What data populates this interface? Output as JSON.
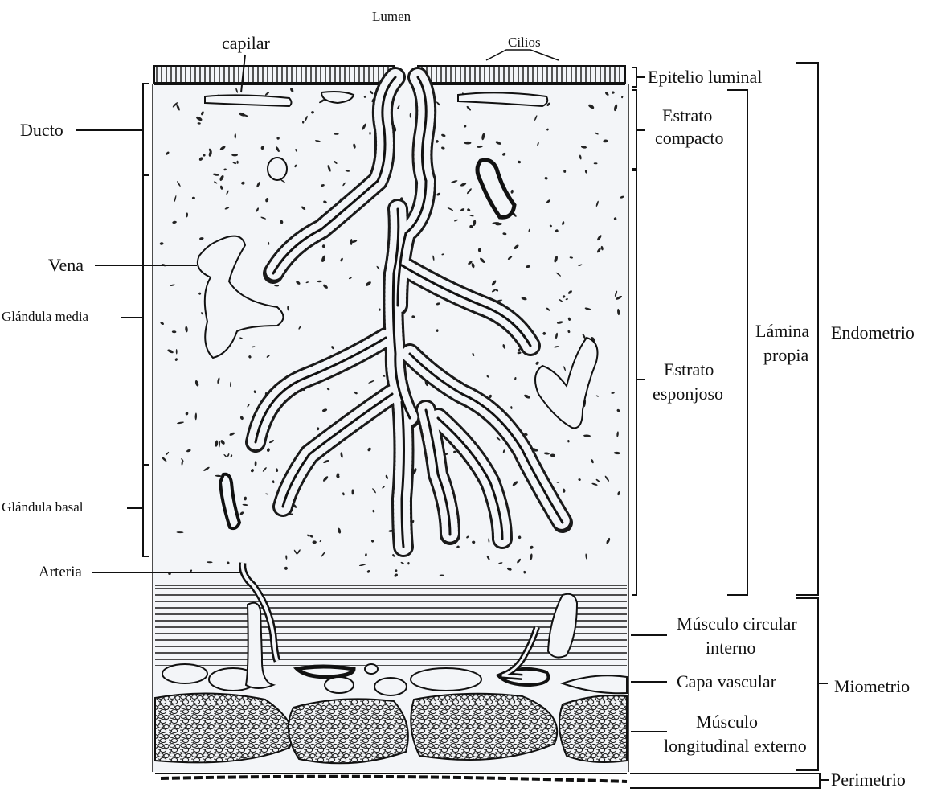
{
  "labels": {
    "lumen": "Lumen",
    "capilar": "capilar",
    "cilios": "Cilios",
    "epitelio_luminal": "Epitelio luminal",
    "estrato_compacto_1": "Estrato",
    "estrato_compacto_2": "compacto",
    "ducto": "Ducto",
    "vena": "Vena",
    "glandula_media": "Glándula media",
    "lamina_propia_1": "Lámina",
    "lamina_propia_2": "propia",
    "endometrio": "Endometrio",
    "estrato_esponjoso_1": "Estrato",
    "estrato_esponjoso_2": "esponjoso",
    "glandula_basal": "Glándula basal",
    "arteria": "Arteria",
    "musculo_circular_1": "Músculo circular",
    "musculo_circular_2": "interno",
    "capa_vascular": "Capa vascular",
    "miometrio": "Miometrio",
    "musculo_longitudinal_1": "Músculo",
    "musculo_longitudinal_2": "longitudinal externo",
    "perimetrio": "Perimetrio"
  },
  "colors": {
    "ink": "#111111",
    "tissue": "#f3f5f8",
    "gland_wall": "#1a1a1a"
  }
}
